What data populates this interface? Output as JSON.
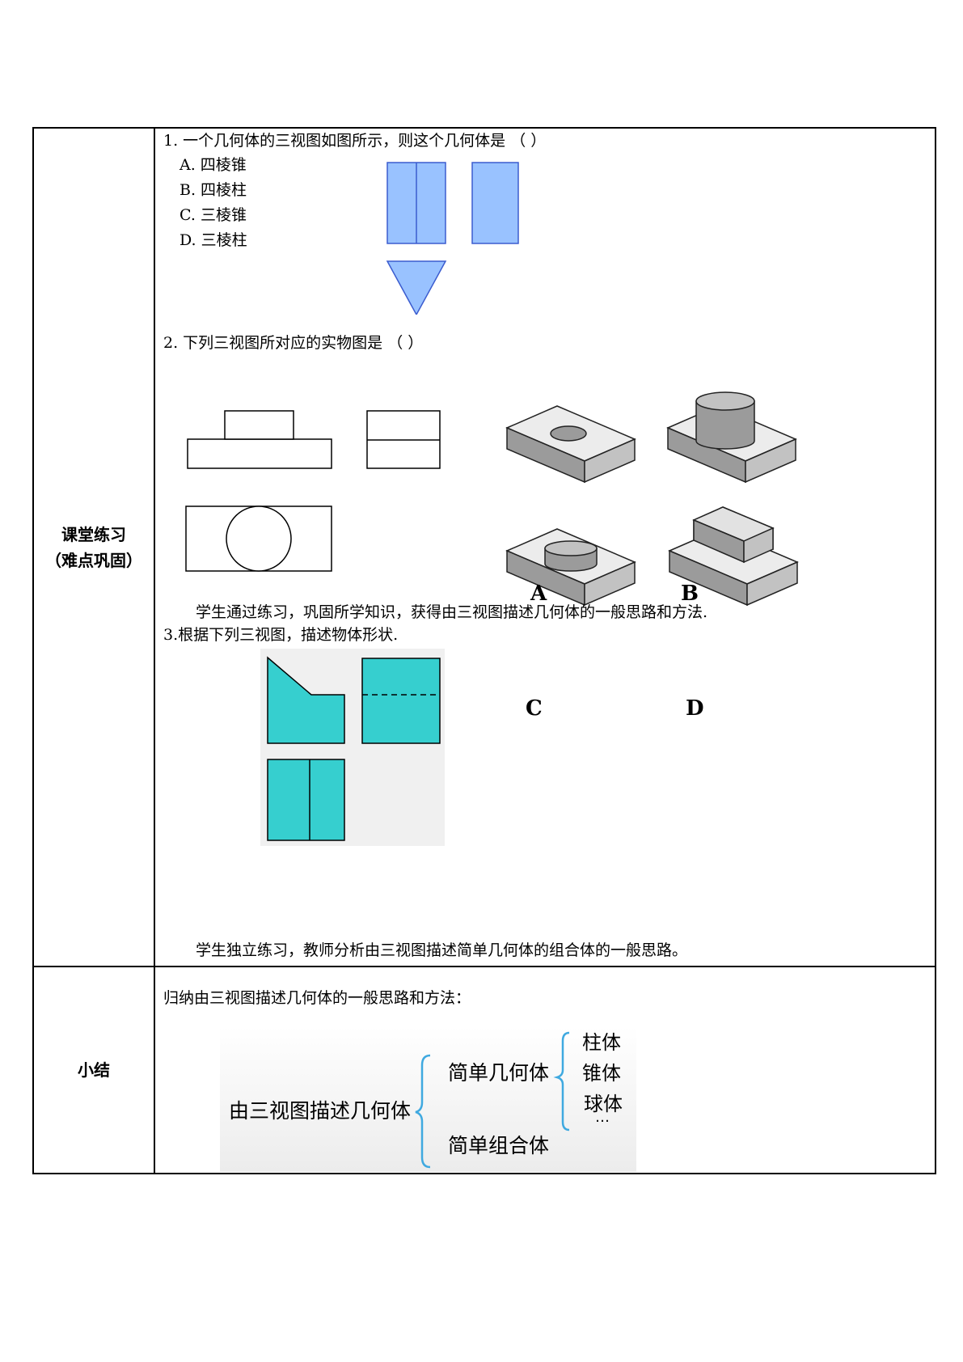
{
  "practice": {
    "label_line1": "课堂练习",
    "label_line2": "（难点巩固）",
    "q1": {
      "stem": "1.  一个几何体的三视图如图所示，则这个几何体是    （      ）",
      "options": [
        "A.  四棱锥",
        "B.  四棱柱",
        "C.  三棱锥",
        "D.  三棱柱"
      ],
      "colors": {
        "fill": "#99c2ff",
        "stroke": "#3b5ccf"
      }
    },
    "q2": {
      "stem": "2.  下列三视图所对应的实物图是  （       ）",
      "choice_labels": [
        "A",
        "B",
        "C",
        "D"
      ],
      "note": "学生通过练习，巩固所学知识，获得由三视图描述几何体的一般思路和方法."
    },
    "q3": {
      "stem": "3.根据下列三视图，描述物体形状.",
      "note": "学生独立练习，教师分析由三视图描述简单几何体的组合体的一般思路。",
      "colors": {
        "fill": "#36cfcf",
        "bg": "#f0f0f0"
      }
    }
  },
  "summary": {
    "label": "小结",
    "intro": "归纳由三视图描述几何体的一般思路和方法：",
    "diagram": {
      "root": "由三视图描述几何体",
      "branch1": "简单几何体",
      "branch2": "简单组合体",
      "leaves": [
        "柱体",
        "锥体",
        "球体",
        "…"
      ],
      "brace_color": "#3fa9e0"
    }
  }
}
